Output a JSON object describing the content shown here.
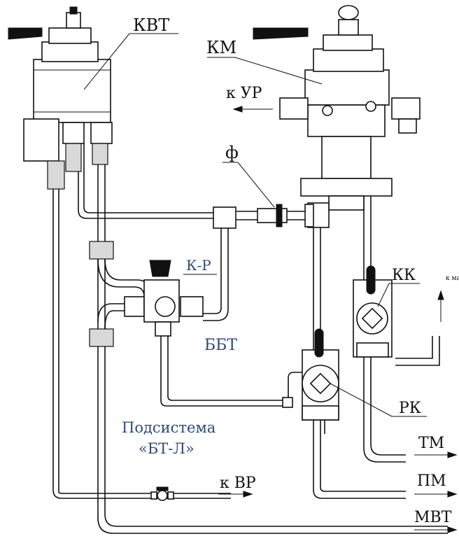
{
  "labels": {
    "kvt": "КВТ",
    "km": "КМ",
    "k_ur": "к УР",
    "phi": "ф",
    "k_r": "К-Р",
    "kk": "КК",
    "k_ma": "к ма",
    "bbt": "ББТ",
    "rk": "РК",
    "subsystem_line1": "Подсистема",
    "subsystem_line2": "«БТ-Л»",
    "tm": "ТМ",
    "pm": "ПМ",
    "k_vr": "к ВР",
    "mvt": "МВТ"
  },
  "colors": {
    "line": "#111111",
    "blue_text": "#2d4a7c",
    "background": "#ffffff"
  }
}
